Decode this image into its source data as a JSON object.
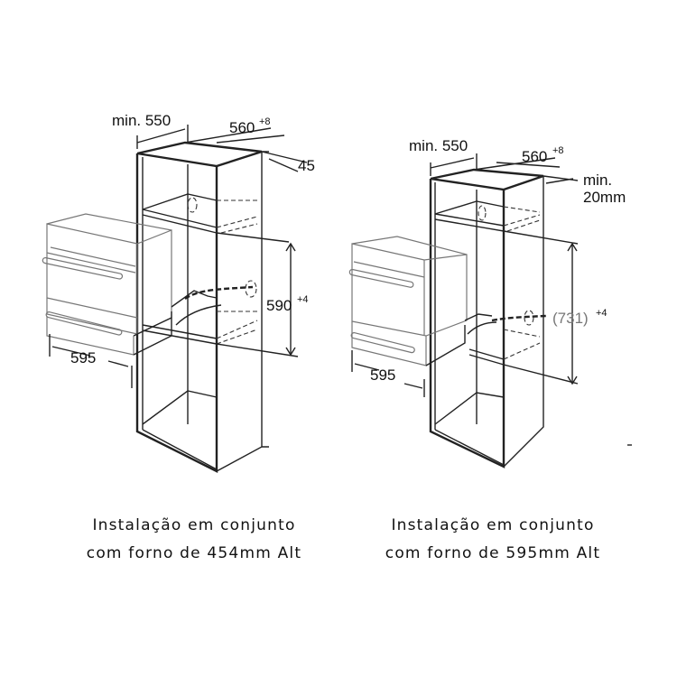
{
  "left": {
    "dim_depth": "min. 550",
    "dim_width": "560",
    "dim_width_tol": "+8",
    "dim_gap": "45",
    "dim_height": "590",
    "dim_height_tol": "+4",
    "dim_appliance_width": "595",
    "caption_line1": "Instalação em conjunto",
    "caption_line2": "com forno de 454mm Alt"
  },
  "right": {
    "dim_depth": "min. 550",
    "dim_width": "560",
    "dim_width_tol": "+8",
    "dim_gap_line1": "min.",
    "dim_gap_line2": "20mm",
    "dim_height": "(731)",
    "dim_height_tol": "+4",
    "dim_appliance_width": "595",
    "caption_line1": "Instalação em conjunto",
    "caption_line2": "com forno de 595mm Alt"
  }
}
